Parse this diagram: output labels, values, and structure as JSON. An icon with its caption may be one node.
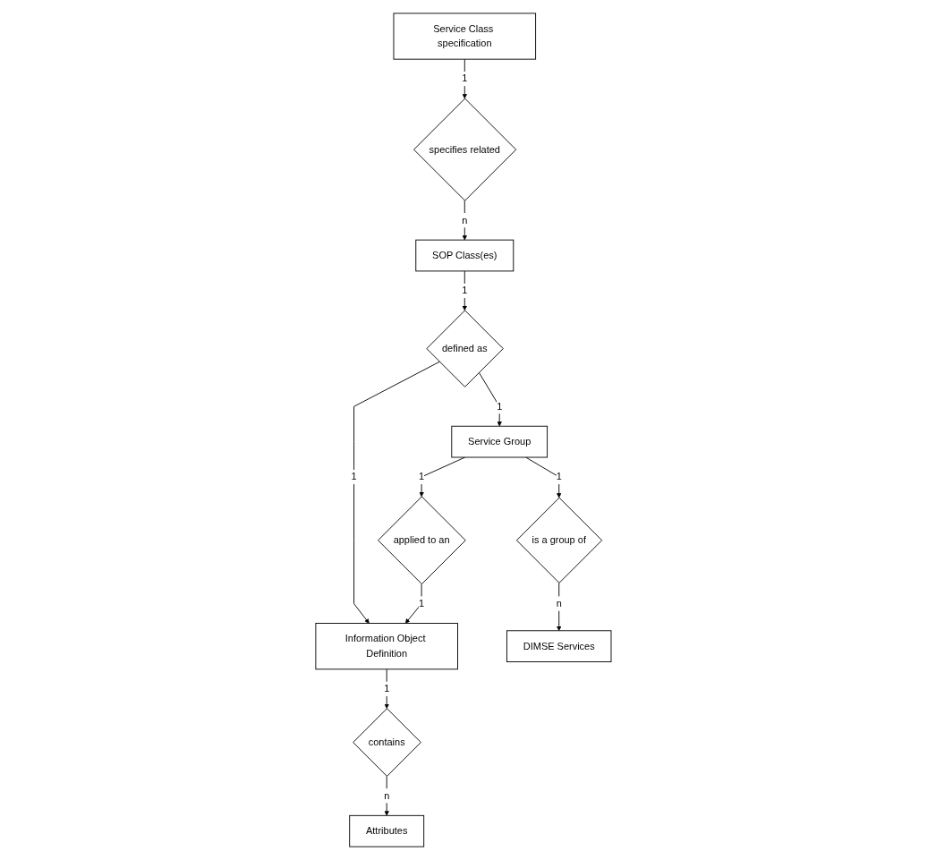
{
  "diagram": {
    "nodes": [
      {
        "text": [
          "Service Class specification"
        ]
      },
      {
        "text": [
          "specifies related"
        ]
      },
      {
        "text": [
          "SOP Class(es)"
        ]
      },
      {
        "text": [
          "defined as"
        ]
      },
      {
        "text": [
          "Service Group"
        ]
      },
      {
        "text": [
          "applied to an"
        ]
      },
      {
        "text": [
          "Information Object Definition"
        ]
      },
      {
        "text": [
          "is a group of"
        ]
      },
      {
        "text": [
          "contains"
        ]
      },
      {
        "text": [
          "DIMSE Services"
        ]
      },
      {
        "text": [
          "Attributes"
        ]
      }
    ],
    "edges": [
      {
        "from": 0,
        "to": 1,
        "arrow": "to",
        "label": "1"
      },
      {
        "from": 1,
        "to": 2,
        "arrow": "to",
        "label": "n"
      },
      {
        "from": 2,
        "to": 3,
        "arrow": "to",
        "label": "1"
      },
      {
        "from": 3,
        "to": 4,
        "arrow": "to",
        "label": "1"
      },
      {
        "from": 3,
        "to": 6,
        "arrow": "to",
        "label": "1"
      },
      {
        "from": 4,
        "to": 5,
        "arrow": "to",
        "label": "1"
      },
      {
        "from": 5,
        "to": 6,
        "arrow": "to",
        "label": "1"
      },
      {
        "from": 4,
        "to": 7,
        "arrow": "to",
        "label": "1"
      },
      {
        "from": 7,
        "to": 9,
        "arrow": "to",
        "label": "n"
      },
      {
        "from": 6,
        "to": 8,
        "arrow": "to",
        "label": "1"
      },
      {
        "from": 8,
        "to": 10,
        "arrow": "to",
        "label": "n"
      }
    ]
  }
}
